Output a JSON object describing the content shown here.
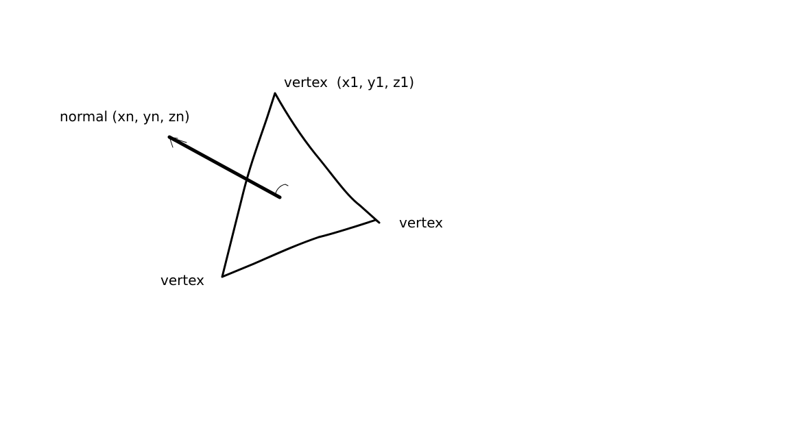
{
  "labels": {
    "top_vertex": "vertex  (x1, y1, z1)",
    "right_vertex": "vertex",
    "bottom_vertex": "vertex",
    "normal": "normal (xn, yn, zn)"
  },
  "colors": {
    "background": "#ffffff",
    "ink": "#000000"
  }
}
